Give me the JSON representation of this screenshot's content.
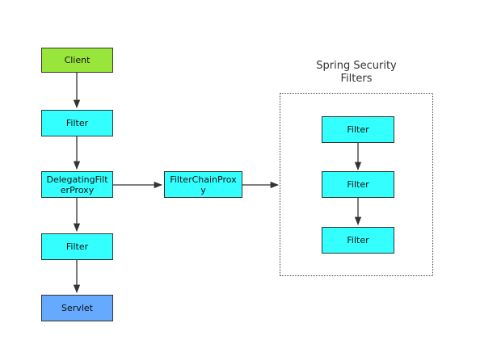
{
  "diagram": {
    "nodes": {
      "client": {
        "label": "Client",
        "color": "#99e63a"
      },
      "filter_top": {
        "label": "Filter",
        "color": "#33ffff"
      },
      "delegating": {
        "label": "DelegatingFilterProxy",
        "color": "#33ffff"
      },
      "filter_bottom": {
        "label": "Filter",
        "color": "#33ffff"
      },
      "servlet": {
        "label": "Servlet",
        "color": "#66aaff"
      },
      "chain_proxy": {
        "label": "FilterChainProxy",
        "color": "#33ffff"
      },
      "sec_filter_1": {
        "label": "Filter",
        "color": "#33ffff"
      },
      "sec_filter_2": {
        "label": "Filter",
        "color": "#33ffff"
      },
      "sec_filter_3": {
        "label": "Filter",
        "color": "#33ffff"
      }
    },
    "group": {
      "title_line1": "Spring Security",
      "title_line2": "Filters"
    },
    "edges": [
      {
        "from": "client",
        "to": "filter_top"
      },
      {
        "from": "filter_top",
        "to": "delegating"
      },
      {
        "from": "delegating",
        "to": "filter_bottom"
      },
      {
        "from": "filter_bottom",
        "to": "servlet"
      },
      {
        "from": "delegating",
        "to": "chain_proxy"
      },
      {
        "from": "chain_proxy",
        "to": "security_group"
      },
      {
        "from": "sec_filter_1",
        "to": "sec_filter_2"
      },
      {
        "from": "sec_filter_2",
        "to": "sec_filter_3"
      }
    ]
  }
}
